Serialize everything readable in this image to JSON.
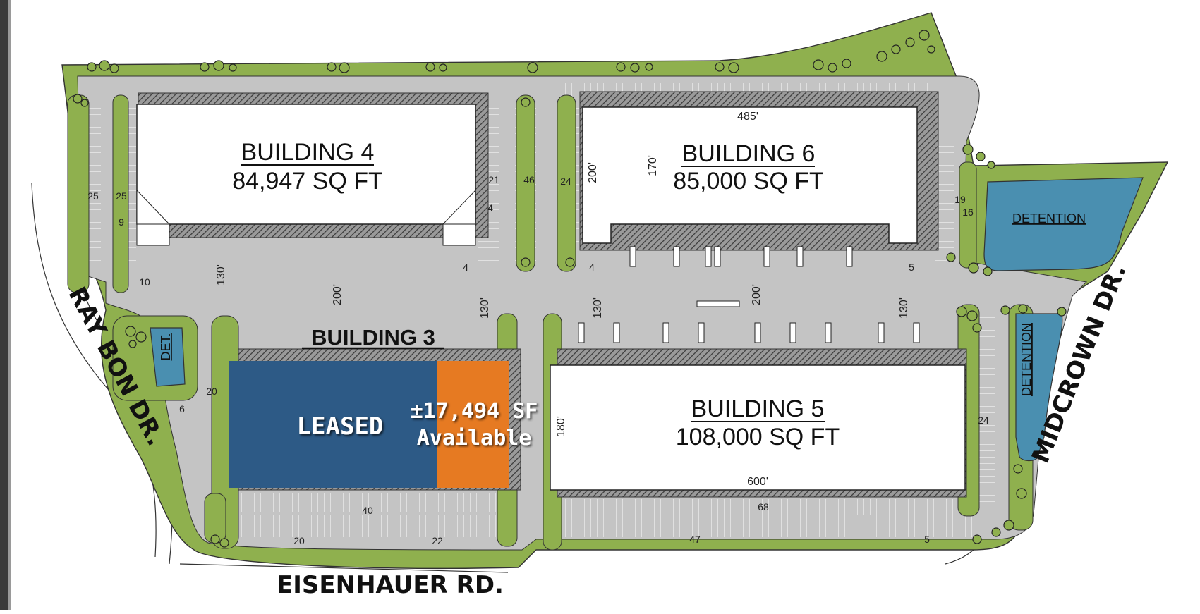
{
  "colors": {
    "green": "#8fb04e",
    "pavement": "#c4c4c4",
    "building": "#ffffff",
    "leased": "#2d5a86",
    "available": "#e67a22",
    "detention": "#4a8fb0"
  },
  "buildings": {
    "b4": {
      "name": "BUILDING 4",
      "area": "84,947 SQ FT"
    },
    "b6": {
      "name": "BUILDING 6",
      "area": "85,000 SQ FT"
    },
    "b3": {
      "name": "BUILDING 3"
    },
    "b5": {
      "name": "BUILDING 5",
      "area": "108,000 SQ FT"
    }
  },
  "leasing": {
    "leased": "LEASED",
    "available_sf": "±17,494 SF",
    "available": "Available"
  },
  "roads": {
    "west": "RAY BON DR.",
    "east": "MIDCROWN DR.",
    "south": "EISENHAUER RD."
  },
  "detention": {
    "east_pond": "DETENTION",
    "east_strip": "DETENTION",
    "west_small": "DET."
  },
  "dimensions": {
    "b6_width": "485'",
    "b6_depth_left": "200'",
    "b6_depth_inner": "170'",
    "truck_court_left": "130'",
    "truck_court_mid": "200'",
    "b3_court": "130'",
    "b5_court_left": "130'",
    "center_court": "200'",
    "b5_court_right": "130'",
    "b5_depth": "180'",
    "b5_width": "600'"
  },
  "parking": {
    "w1": "25",
    "w2": "25",
    "w3": "9",
    "b4s1": "21",
    "b4s2": "4",
    "b4s3": "4",
    "b4s4": "10",
    "island": "46",
    "b6w": "24",
    "b6s": "4",
    "b6e1": "19",
    "b6e2": "16",
    "b6se": "5",
    "b3w": "20",
    "b3w2": "6",
    "b3s": "40",
    "south1": "20",
    "south2": "22",
    "south3": "47",
    "south4": "5",
    "b5s": "68",
    "b5e": "24"
  }
}
